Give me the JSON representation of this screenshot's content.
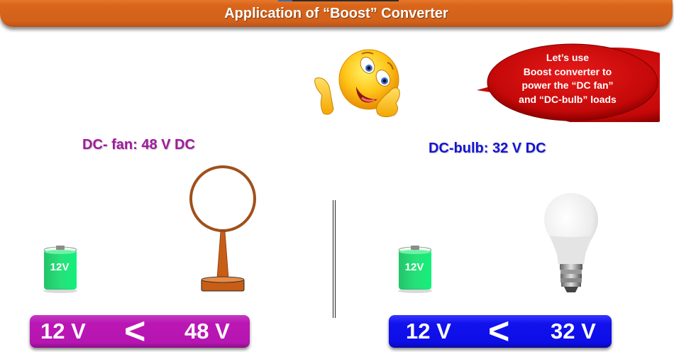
{
  "header": {
    "title": "Application of “Boost” Converter"
  },
  "speech_bubble": {
    "lines": [
      "Let’s use",
      "Boost converter to",
      "power the “DC fan”",
      "and “DC-bulb” loads"
    ]
  },
  "loads": {
    "fan": {
      "label": "DC- fan: 48 V DC",
      "battery_label": "12V",
      "compare": {
        "left": "12 V",
        "operator": "<",
        "right": "48 V"
      },
      "color": "#a01a9e",
      "box_color": "#b515b1"
    },
    "bulb": {
      "label": "DC-bulb: 32 V DC",
      "battery_label": "12V",
      "compare": {
        "left": "12 V",
        "operator": "<",
        "right": "32 V"
      },
      "color": "#1414d2",
      "box_color": "#0d0de6"
    }
  },
  "icons": {
    "character": "thinking-emoji-pointing",
    "battery": "battery-12v-icon",
    "fan": "dc-fan-icon",
    "bulb": "led-bulb-icon"
  },
  "colors": {
    "title_bar": "#d2611a",
    "bubble": "#d10a0a",
    "battery_green": "#1ee070"
  }
}
